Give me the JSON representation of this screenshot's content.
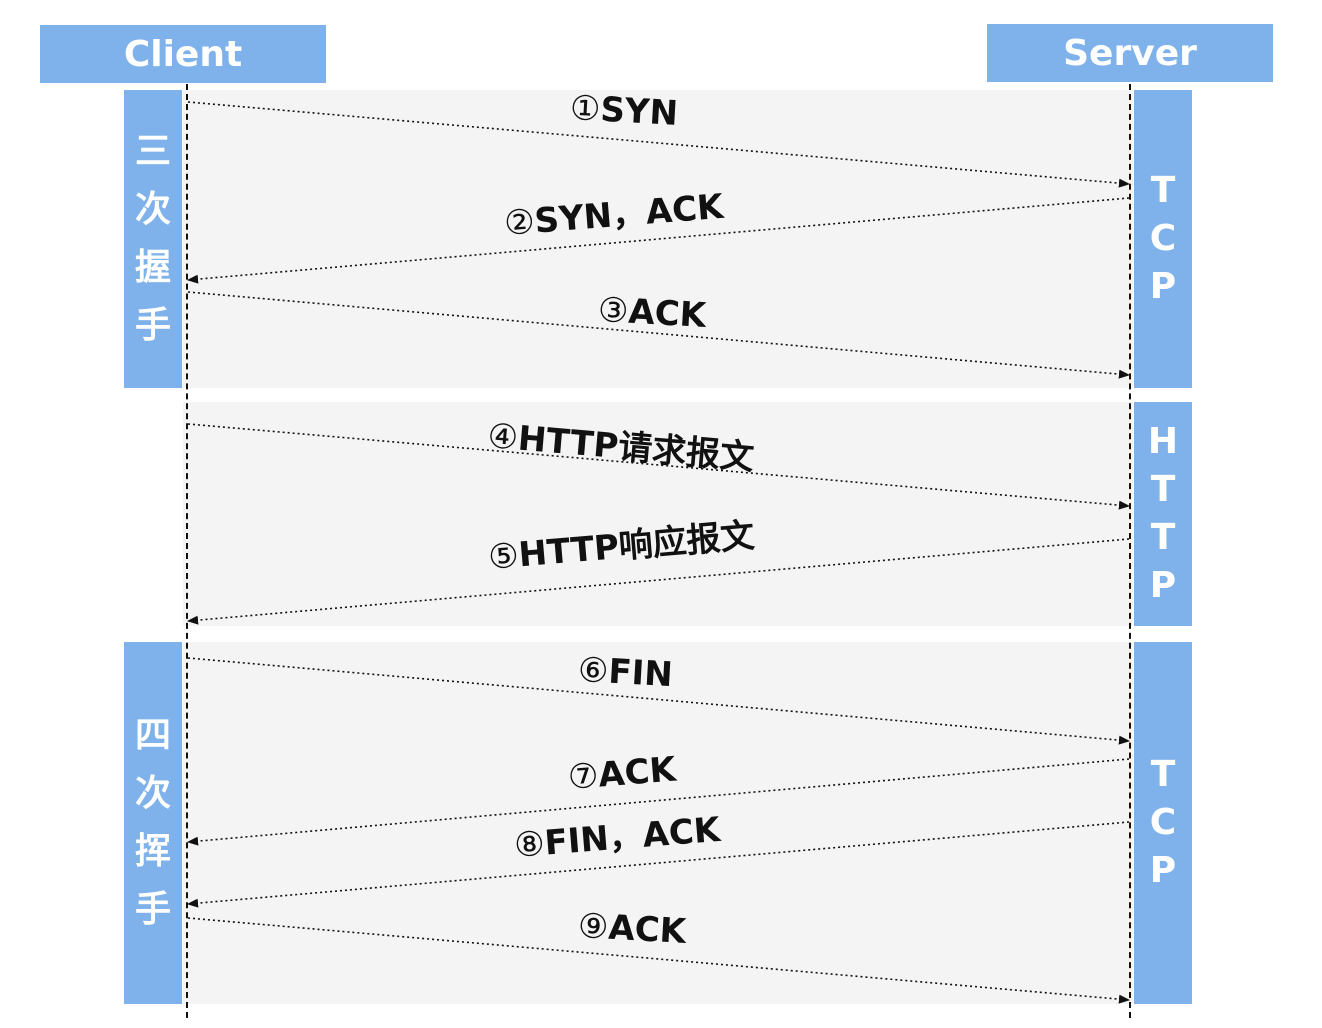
{
  "header": {
    "client": "Client",
    "server": "Server"
  },
  "left_labels": {
    "handshake": [
      "三",
      "次",
      "握",
      "手"
    ],
    "wave": [
      "四",
      "次",
      "挥",
      "手"
    ]
  },
  "right_labels": {
    "tcp_top": [
      "T",
      "C",
      "P"
    ],
    "http": [
      "H",
      "T",
      "T",
      "P"
    ],
    "tcp_bottom": [
      "T",
      "C",
      "P"
    ]
  },
  "messages": [
    {
      "num": "①",
      "text": "SYN",
      "direction": "client-to-server"
    },
    {
      "num": "②",
      "text": "SYN，ACK",
      "direction": "server-to-client"
    },
    {
      "num": "③",
      "text": "ACK",
      "direction": "client-to-server"
    },
    {
      "num": "④",
      "text": "HTTP请求报文",
      "direction": "client-to-server"
    },
    {
      "num": "⑤",
      "text": "HTTP响应报文",
      "direction": "server-to-client"
    },
    {
      "num": "⑥",
      "text": "FIN",
      "direction": "client-to-server"
    },
    {
      "num": "⑦",
      "text": "ACK",
      "direction": "server-to-client"
    },
    {
      "num": "⑧",
      "text": "FIN，ACK",
      "direction": "server-to-client"
    },
    {
      "num": "⑨",
      "text": "ACK",
      "direction": "client-to-server"
    }
  ],
  "colors": {
    "accent": "#7fb2ea",
    "band": "#f4f4f4",
    "line": "#111111"
  }
}
